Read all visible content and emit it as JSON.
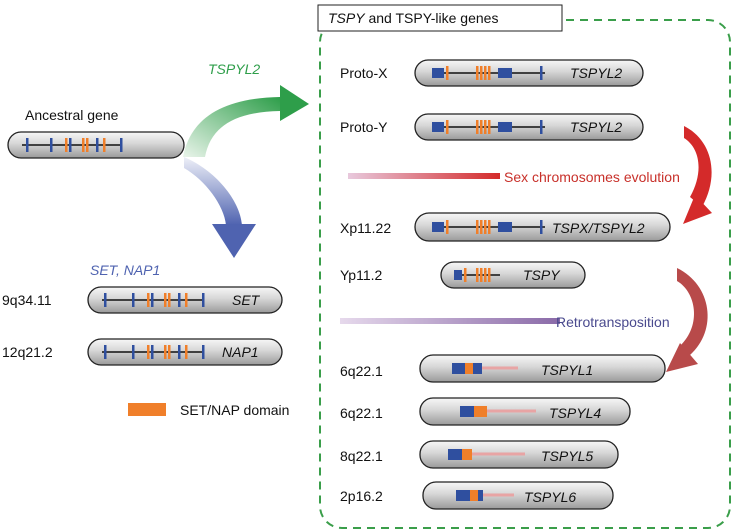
{
  "title": {
    "prefix": "TSPY",
    "rest": " and TSPY-like genes"
  },
  "ancestral_label": "Ancestral gene",
  "branch_up_label": "TSPYL2",
  "branch_down_label": "SET, NAP1",
  "left_genes": [
    {
      "locus": "9q34.11",
      "name": "SET"
    },
    {
      "locus": "12q21.2",
      "name": "NAP1"
    }
  ],
  "legend": {
    "label": "SET/NAP domain"
  },
  "right_genes": [
    {
      "locus": "Proto-X",
      "name": "TSPYL2"
    },
    {
      "locus": "Proto-Y",
      "name": "TSPYL2"
    },
    {
      "locus": "Xp11.22",
      "name": "TSPX/TSPYL2"
    },
    {
      "locus": "Yp11.2",
      "name": "TSPY"
    },
    {
      "locus": "6q22.1",
      "name": "TSPYL1"
    },
    {
      "locus": "6q22.1",
      "name": "TSPYL4"
    },
    {
      "locus": "8q22.1",
      "name": "TSPYL5"
    },
    {
      "locus": "2p16.2",
      "name": "TSPYL6"
    }
  ],
  "events": {
    "sex_chromosomes": "Sex chromosomes evolution",
    "retrotransposition": "Retrotransposition"
  },
  "colors": {
    "exon_blue": "#2f4f9f",
    "domain_orange": "#f07f2a",
    "green_arrow": "#2e9e4a",
    "blue_arrow": "#4f63b0",
    "red_arrow": "#d42a2a",
    "dark_red_arrow": "#b84a4a",
    "dashed_border": "#3a9e4a",
    "event_red": "#c8302a",
    "event_purple": "#4a4a8e"
  }
}
